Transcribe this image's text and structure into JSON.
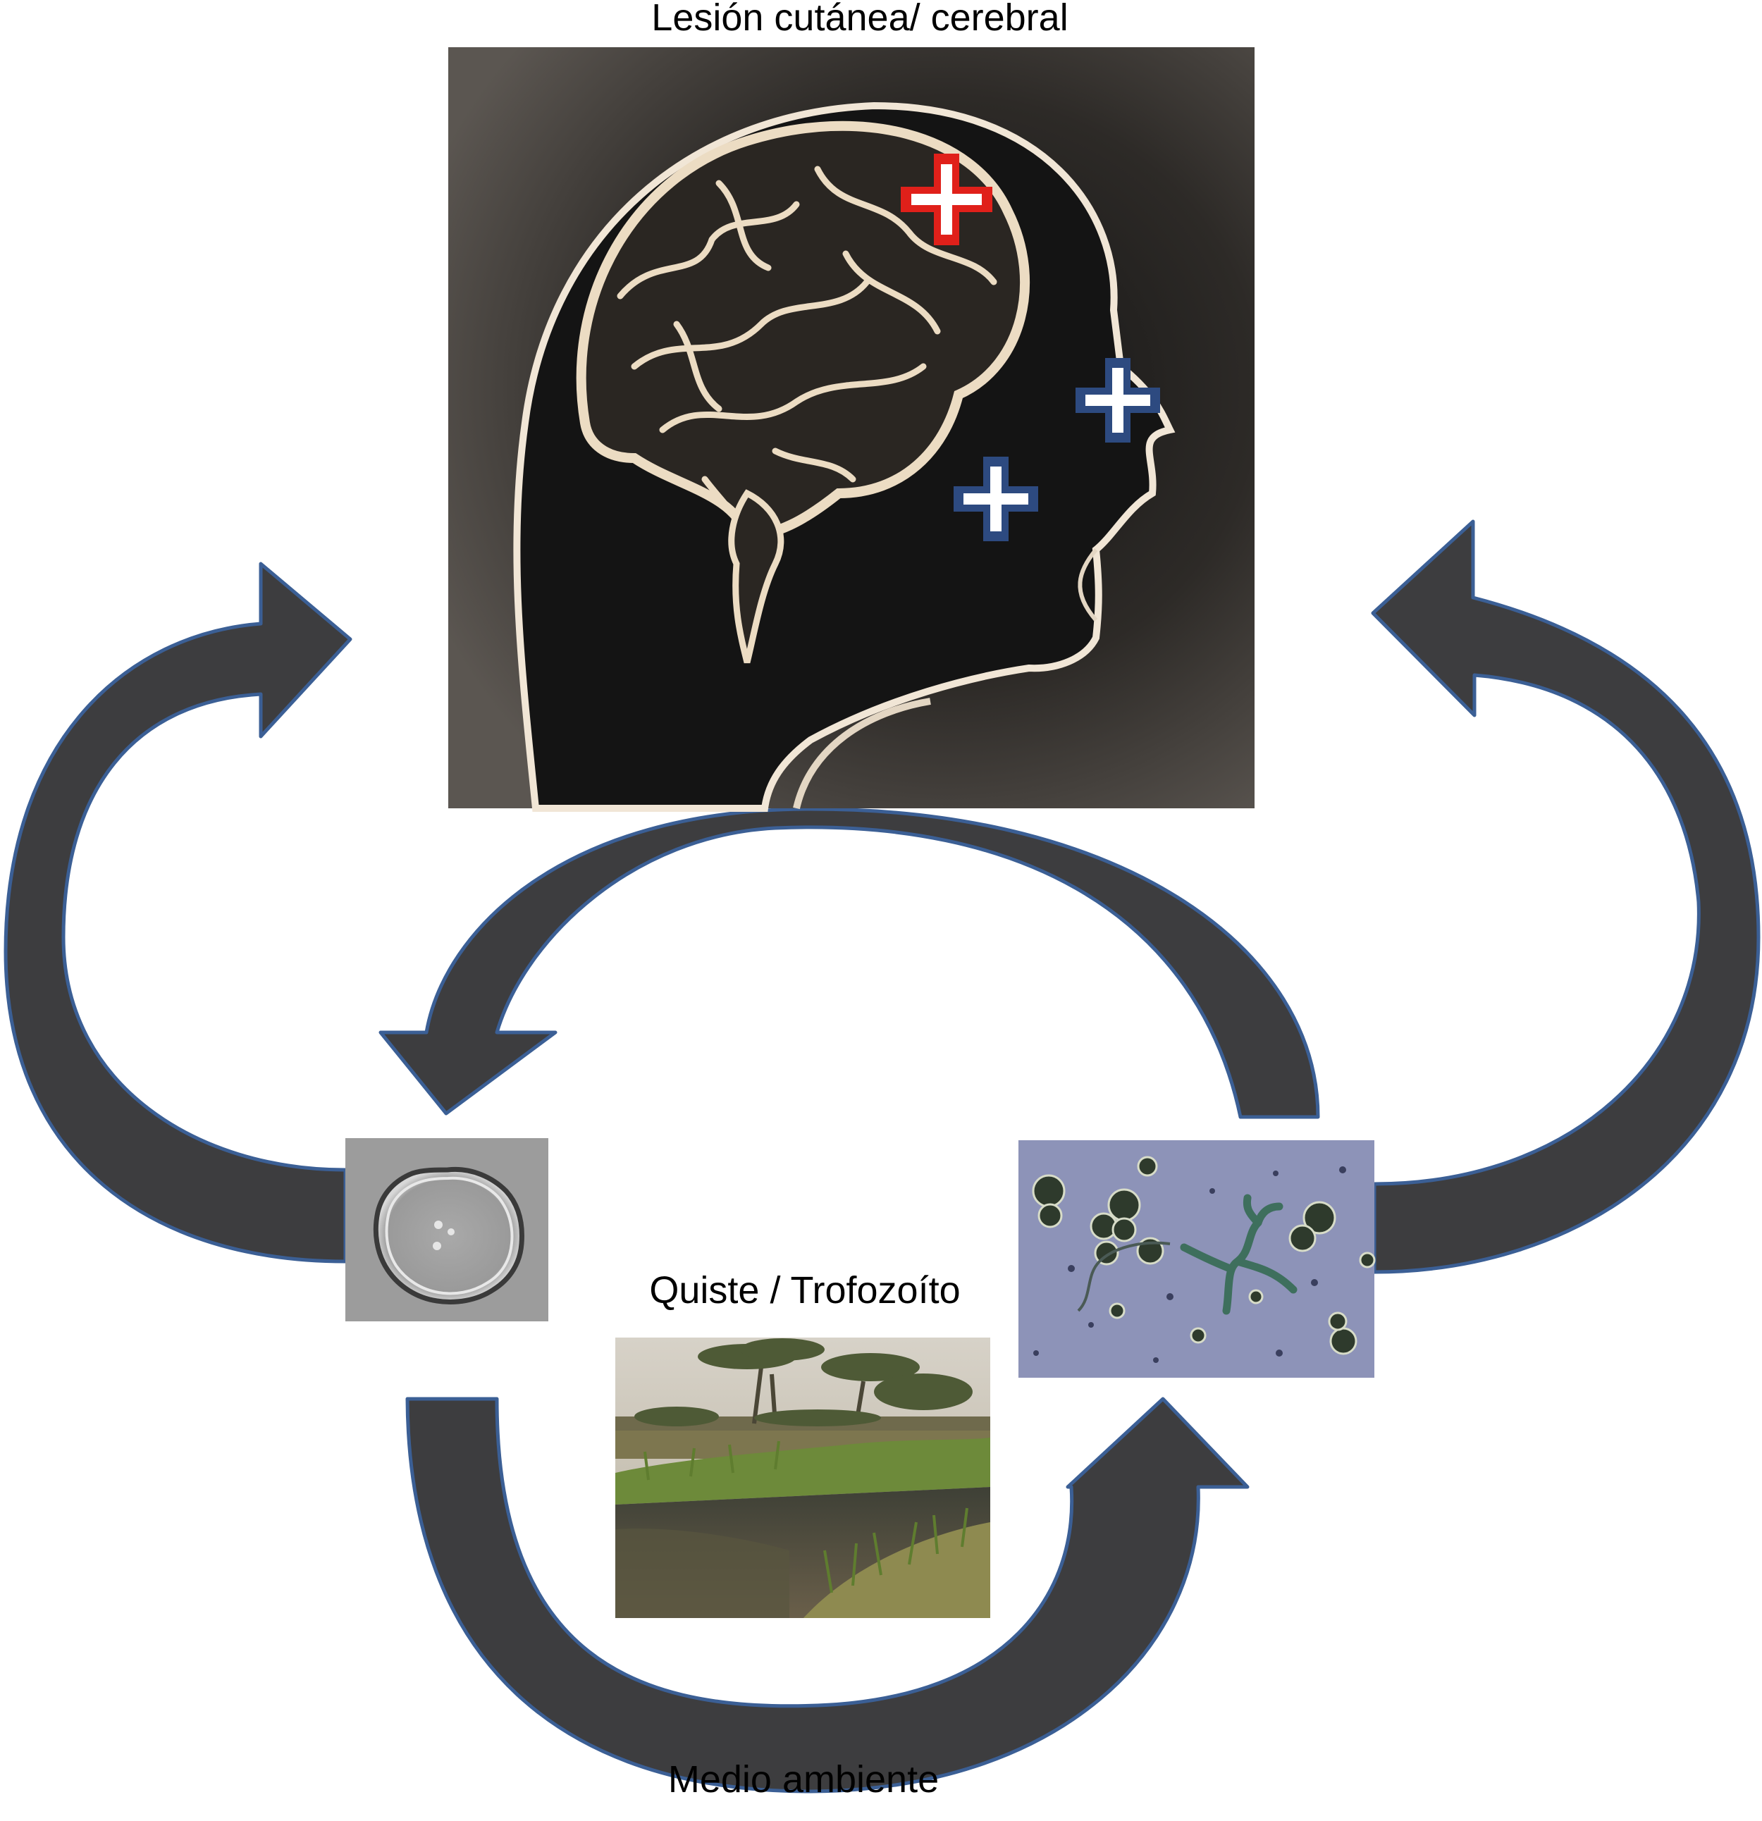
{
  "labels": {
    "top": "Lesión cutánea/ cerebral",
    "middle": "Quiste / Trofozoíto",
    "bottom": "Medio ambiente"
  },
  "colors": {
    "arrow_fill": "#3d3d3f",
    "arrow_stroke": "#3b5f95",
    "head_bg": "#3a3632",
    "brain": "#e8d9c2",
    "red_cross": "#e0201a",
    "blue_outline": "#2d4a80",
    "cyst_bg": "#9c9c9c",
    "micro_bg": "#8d93b8",
    "sky": "#c9c2b3",
    "water": "#4c4a3c",
    "grass": "#6d8a3a"
  },
  "icons": [
    "head-brain-image",
    "cyst-micrograph",
    "trophozoite-micrograph",
    "environment-photo",
    "red-cross-icon",
    "blue-cross-icon"
  ]
}
